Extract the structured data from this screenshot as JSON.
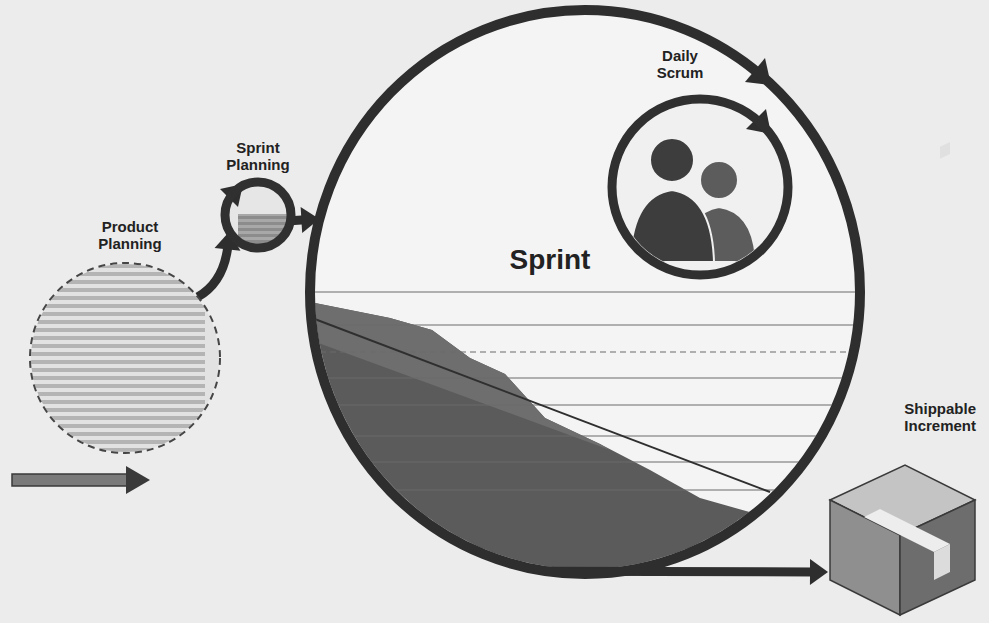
{
  "diagram": {
    "nodes": [
      {
        "text": [
          "Product Planning"
        ]
      },
      {
        "text": [
          "Sprint Planning"
        ]
      },
      {
        "text": [
          "Sprint"
        ]
      },
      {
        "text": [
          "Daily Scrum"
        ],
        "in": 2
      },
      {
        "text": [
          "Shippable Increment"
        ]
      }
    ],
    "edges": [
      {
        "from": 0,
        "to": 1,
        "arrow": "to"
      },
      {
        "from": 1,
        "to": 2,
        "arrow": "to"
      },
      {
        "from": 2,
        "to": 4,
        "arrow": "to"
      }
    ]
  }
}
